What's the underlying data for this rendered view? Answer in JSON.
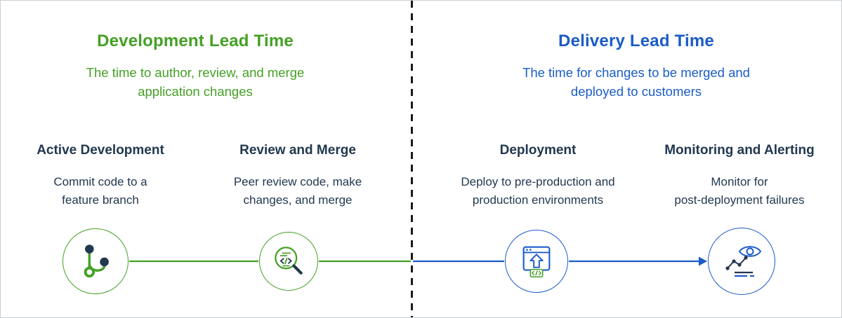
{
  "colors": {
    "green": "#44a025",
    "blue": "#1b5cc8",
    "heading": "#22384f",
    "divider": "#1a1a1a"
  },
  "sections": {
    "development": {
      "title": "Development Lead Time",
      "subtitle": "The time to author, review, and merge\napplication changes"
    },
    "delivery": {
      "title": "Delivery Lead Time",
      "subtitle": "The time for changes to be merged and\ndeployed to customers"
    }
  },
  "stages": [
    {
      "title": "Active Development",
      "description": "Commit code to a\nfeature branch",
      "icon": "git-branch-icon"
    },
    {
      "title": "Review and Merge",
      "description": "Peer review code, make\nchanges, and merge",
      "icon": "code-review-magnifier-icon"
    },
    {
      "title": "Deployment",
      "description": "Deploy to pre-production and\nproduction environments",
      "icon": "deploy-browser-upload-icon"
    },
    {
      "title": "Monitoring and Alerting",
      "description": "Monitor for\npost-deployment failures",
      "icon": "monitoring-eye-icon"
    }
  ]
}
